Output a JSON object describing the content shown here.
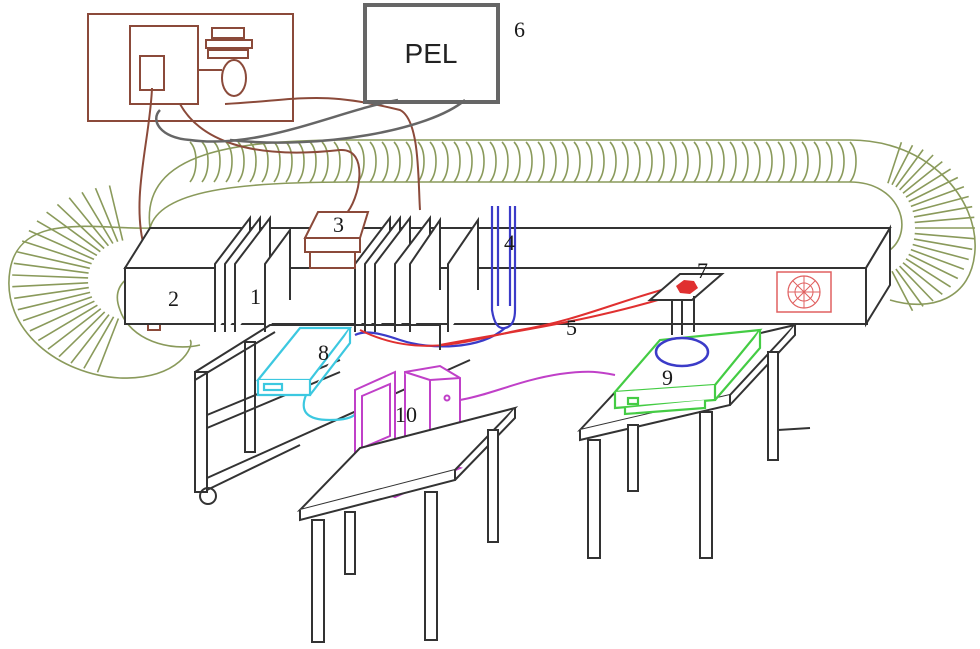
{
  "pel_box": {
    "label": "PEL"
  },
  "labels": {
    "n1": "1",
    "n2": "2",
    "n3": "3",
    "n4": "4",
    "n5": "5",
    "n6": "6",
    "n7": "7",
    "n8": "8",
    "n9": "9",
    "n10": "10"
  },
  "colors": {
    "duct_coil": "#8a9a5b",
    "cabinet": "#8b4a3a",
    "pel": "#666666",
    "tunnel": "#333333",
    "probe": "#3b3bc8",
    "signal_red": "#e03030",
    "module_8": "#3cc8e0",
    "computer": "#c040c8",
    "balance": "#44cc44",
    "fan": "#e06060"
  }
}
